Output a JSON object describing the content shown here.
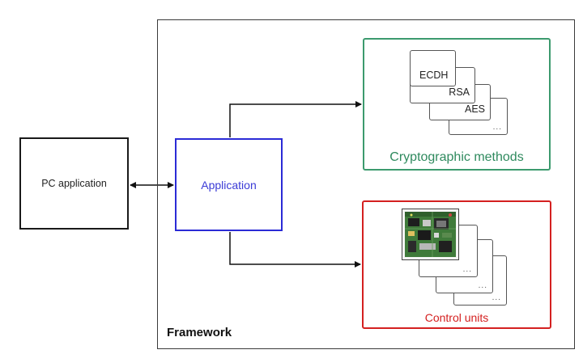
{
  "framework_label": "Framework",
  "pc_application_label": "PC application",
  "application_label": "Application",
  "crypto": {
    "label": "Cryptographic methods",
    "methods": [
      "ECDH",
      "RSA",
      "AES"
    ],
    "more": "..."
  },
  "control_units": {
    "label": "Control units",
    "more_1": "...",
    "more_2": "...",
    "more_3": "..."
  },
  "colors": {
    "application_border": "#2b2bd6",
    "crypto_border": "#3c9a6e",
    "control_border": "#d42020"
  }
}
